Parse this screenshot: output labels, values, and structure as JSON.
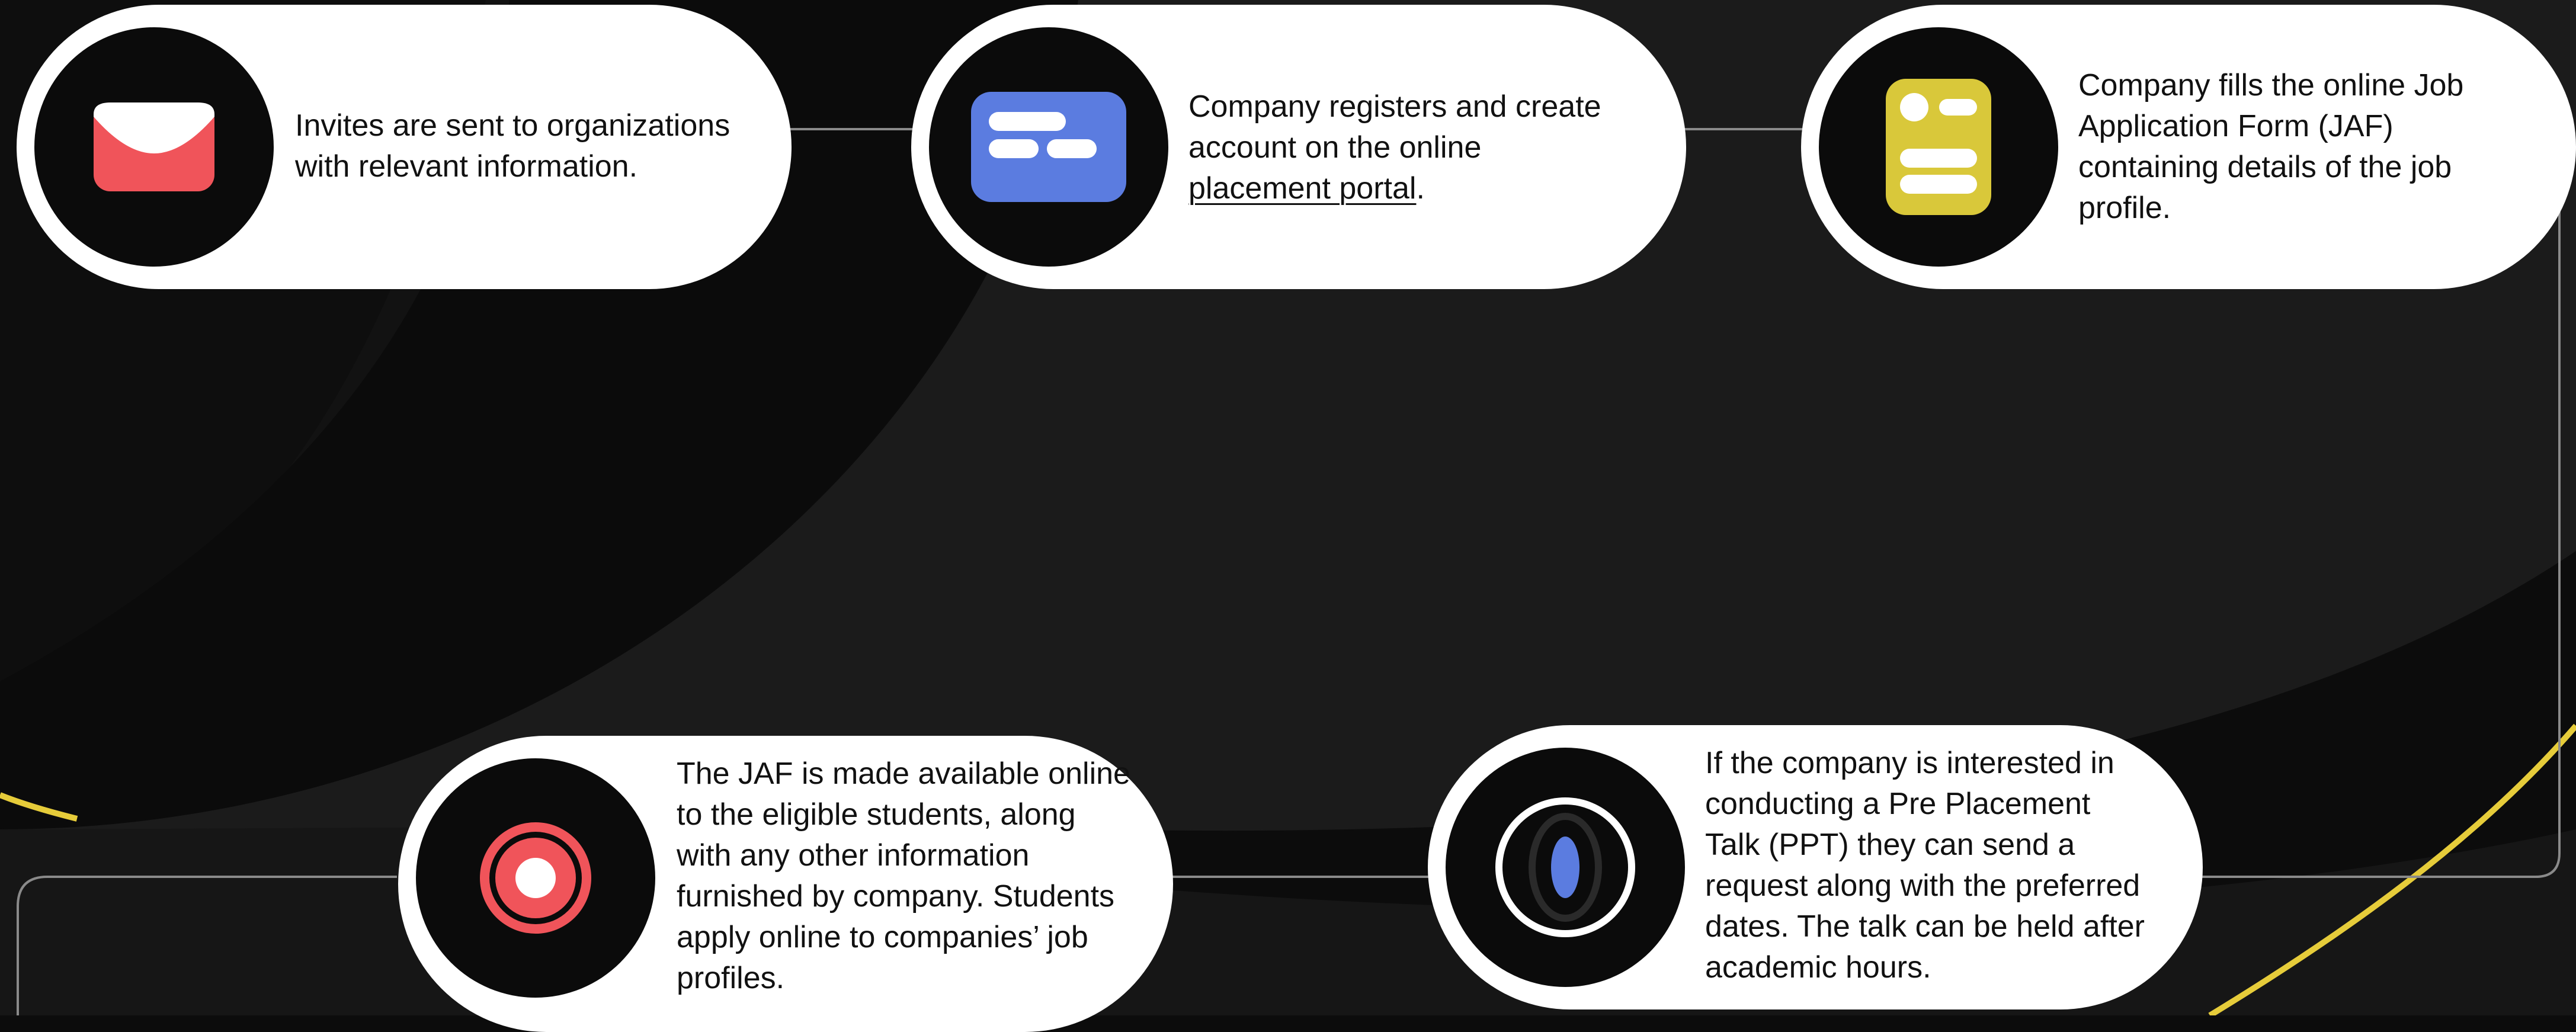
{
  "colors": {
    "background": "#0c0c0c",
    "background_band": "#1a1a1a",
    "connector": "#8a8a8a",
    "accent_yellow": "#e6cc3a",
    "envelope_red": "#f0545a",
    "portal_blue": "#5b7ce0",
    "form_yellow": "#d9c83a",
    "target_red": "#f0545a",
    "ppt_blue": "#5b7ce0"
  },
  "steps": [
    {
      "icon": "envelope-icon",
      "lines": [
        "Invites are sent to organizations",
        "with relevant information."
      ]
    },
    {
      "icon": "portal-card-icon",
      "line1": "Company registers and create",
      "line2": "account on the online",
      "link_text": "placement portal",
      "after_link": "."
    },
    {
      "icon": "form-icon",
      "lines": [
        "Company fills the online Job",
        "Application Form (JAF)",
        "containing details of the job",
        "profile."
      ]
    },
    {
      "icon": "target-icon",
      "lines": [
        "The JAF is made available online",
        "to the eligible students, along",
        "with any other information",
        "furnished by company. Students",
        "apply online to companies’ job",
        "profiles."
      ]
    },
    {
      "icon": "ppt-talk-icon",
      "lines": [
        "If the company is interested in",
        "conducting a Pre Placement",
        "Talk (PPT) they can send a",
        "request along with the preferred",
        "dates. The talk can be held after",
        "academic hours."
      ]
    }
  ]
}
